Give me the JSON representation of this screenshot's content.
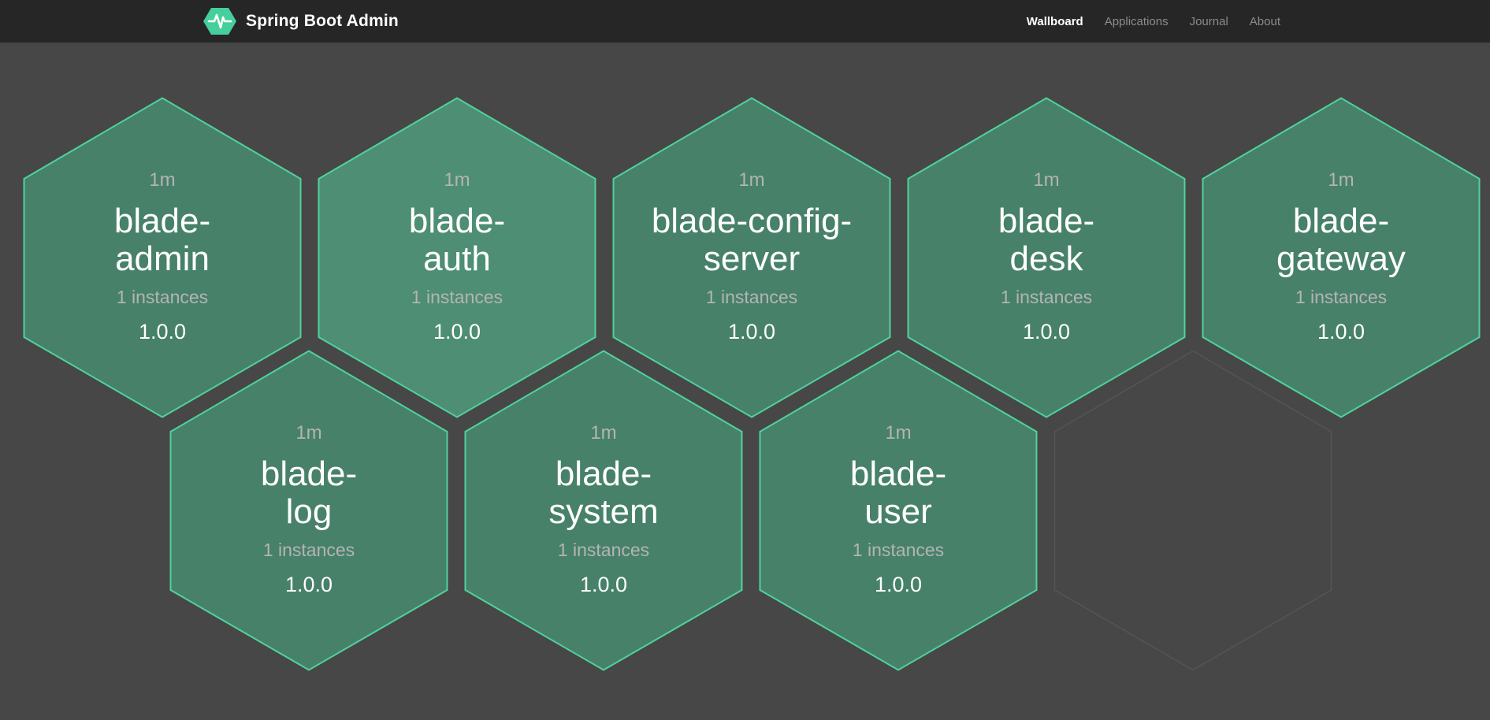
{
  "navbar": {
    "brand": "Spring Boot Admin",
    "logo_icon": "pulse-hexagon-icon",
    "links": [
      {
        "label": "Wallboard",
        "active": true
      },
      {
        "label": "Applications",
        "active": false
      },
      {
        "label": "Journal",
        "active": false
      },
      {
        "label": "About",
        "active": false
      }
    ]
  },
  "wallboard": {
    "applications": [
      {
        "name_line1": "blade-",
        "name_line2": "admin",
        "uptime": "1m",
        "instances": "1 instances",
        "version": "1.0.0",
        "status": "UP",
        "highlight": false
      },
      {
        "name_line1": "blade-",
        "name_line2": "auth",
        "uptime": "1m",
        "instances": "1 instances",
        "version": "1.0.0",
        "status": "UP",
        "highlight": true
      },
      {
        "name_line1": "blade-config-",
        "name_line2": "server",
        "uptime": "1m",
        "instances": "1 instances",
        "version": "1.0.0",
        "status": "UP",
        "highlight": false
      },
      {
        "name_line1": "blade-",
        "name_line2": "desk",
        "uptime": "1m",
        "instances": "1 instances",
        "version": "1.0.0",
        "status": "UP",
        "highlight": false
      },
      {
        "name_line1": "blade-",
        "name_line2": "gateway",
        "uptime": "1m",
        "instances": "1 instances",
        "version": "1.0.0",
        "status": "UP",
        "highlight": false
      },
      {
        "name_line1": "blade-",
        "name_line2": "log",
        "uptime": "1m",
        "instances": "1 instances",
        "version": "1.0.0",
        "status": "UP",
        "highlight": false
      },
      {
        "name_line1": "blade-",
        "name_line2": "system",
        "uptime": "1m",
        "instances": "1 instances",
        "version": "1.0.0",
        "status": "UP",
        "highlight": false
      },
      {
        "name_line1": "blade-",
        "name_line2": "user",
        "uptime": "1m",
        "instances": "1 instances",
        "version": "1.0.0",
        "status": "UP",
        "highlight": false
      }
    ],
    "empty_slots": 1
  },
  "colors": {
    "page_bg": "#474747",
    "navbar_bg": "#262626",
    "brand_green": "#45cf9c",
    "hex_fill": "#47816a",
    "hex_fill_bright": "#4e8e74",
    "hex_border": "#4fd29c",
    "empty_border": "#545557",
    "text_muted": "#b4b4b4",
    "nav_inactive": "#8c8c8c"
  }
}
